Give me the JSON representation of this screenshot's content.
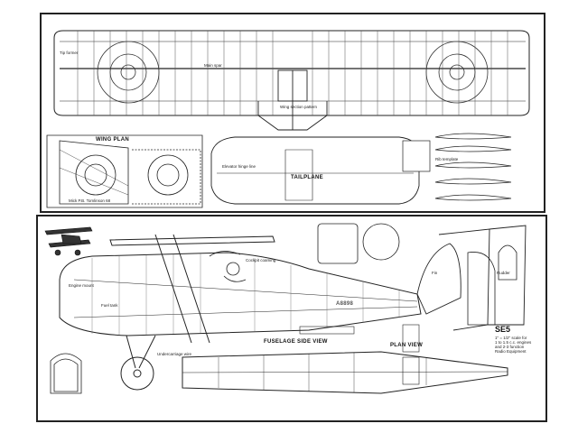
{
  "wing_sheet": {
    "view_titles": {
      "wing_plan": "WING PLAN",
      "tailplane": "TAILPLANE"
    },
    "notes": {
      "wing_credit": "Mick P.B. Tomlinson 68",
      "centre_note": "Wing section pattern",
      "tip_note": "Tip former",
      "rib_note": "Rib template",
      "spar_note": "Main spar",
      "tail_note": "Elevator hinge line"
    }
  },
  "fuselage_sheet": {
    "view_titles": {
      "fuselage_side_view": "FUSELAGE SIDE VIEW",
      "plan_view": "PLAN VIEW"
    },
    "model": {
      "name": "SE5",
      "desc_line1": "1\" = 1/2\" scale for",
      "desc_line2": "1 to 1.5 c.c. engines",
      "desc_line3": "and 2-3 function",
      "desc_line4": "Radio Equipment"
    },
    "markings": {
      "serial": "A8898"
    },
    "notes": {
      "engine_note": "Engine mount",
      "tank_note": "Fuel tank",
      "cockpit_note": "Cockpit coaming",
      "gear_note": "Undercarriage wire",
      "fin_note": "Fin",
      "rudder_note": "Rudder"
    }
  }
}
